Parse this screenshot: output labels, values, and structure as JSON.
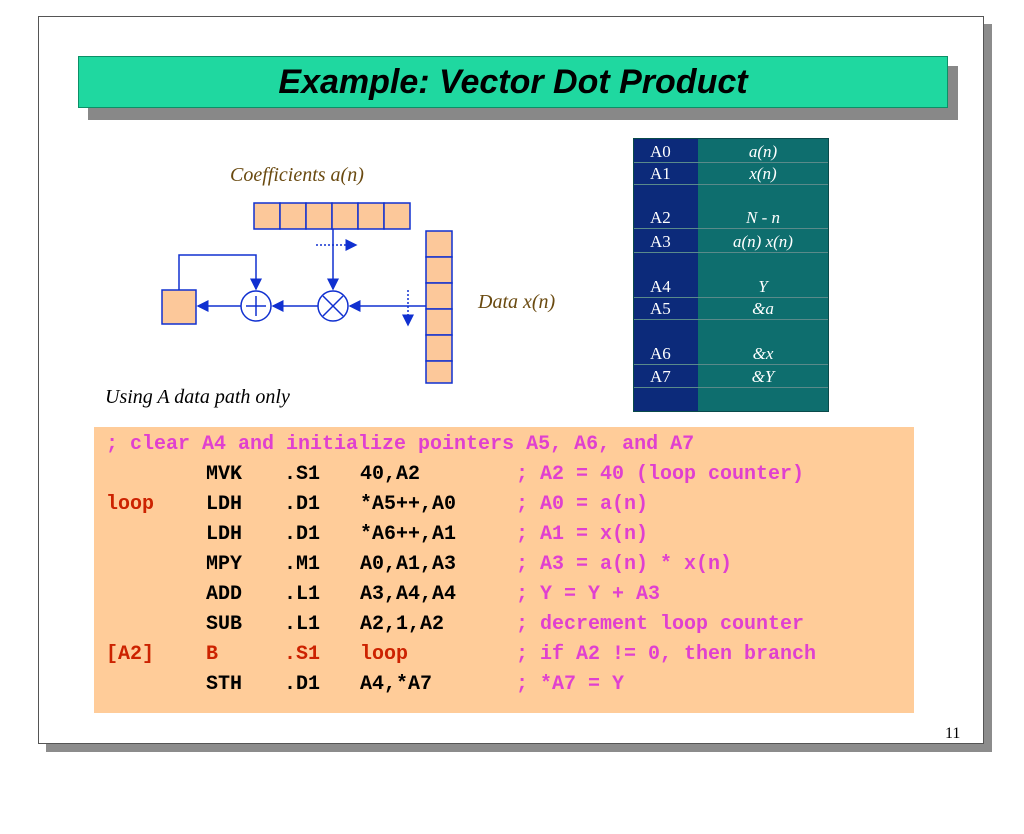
{
  "slide": {
    "title": "Example: Vector Dot Product",
    "coefficients_label": "Coefficients a(n)",
    "data_label": "Data x(n)",
    "using_label": "Using A data path only",
    "page_number": "11"
  },
  "registers": [
    {
      "name": "A0",
      "value": "a(n)"
    },
    {
      "name": "A1",
      "value": "x(n)"
    },
    {
      "name": "A2",
      "value": "N - n"
    },
    {
      "name": "A3",
      "value": "a(n) x(n)"
    },
    {
      "name": "A4",
      "value": "Y"
    },
    {
      "name": "A5",
      "value": "&a"
    },
    {
      "name": "A6",
      "value": "&x"
    },
    {
      "name": "A7",
      "value": "&Y"
    }
  ],
  "code": {
    "header": "; clear A4 and initialize pointers A5, A6, and A7",
    "lines": [
      {
        "label": "",
        "op": "MVK",
        "unit": ".S1",
        "args": "40,A2",
        "comment": "; A2 = 40 (loop counter)"
      },
      {
        "label": "loop",
        "op": "LDH",
        "unit": ".D1",
        "args": "*A5++,A0",
        "comment": "; A0 = a(n)"
      },
      {
        "label": "",
        "op": "LDH",
        "unit": ".D1",
        "args": "*A6++,A1",
        "comment": "; A1 = x(n)"
      },
      {
        "label": "",
        "op": "MPY",
        "unit": ".M1",
        "args": "A0,A1,A3",
        "comment": "; A3 = a(n) * x(n)"
      },
      {
        "label": "",
        "op": "ADD",
        "unit": ".L1",
        "args": "A3,A4,A4",
        "comment": "; Y = Y + A3"
      },
      {
        "label": "",
        "op": "SUB",
        "unit": ".L1",
        "args": "A2,1,A2",
        "comment": "; decrement loop counter"
      },
      {
        "label": "[A2]",
        "op": "B",
        "unit": ".S1",
        "args": "loop",
        "comment": "; if A2 != 0, then branch"
      },
      {
        "label": "",
        "op": "STH",
        "unit": ".D1",
        "args": "A4,*A7",
        "comment": "; *A7 = Y"
      }
    ]
  },
  "colors": {
    "title_bar": "#1fd8a0",
    "code_bg": "#ffcc99",
    "comment": "#e040d0",
    "label_red": "#cc2200",
    "register_name_bg": "#0c2a7a",
    "register_value_bg": "#0e6e6e"
  }
}
